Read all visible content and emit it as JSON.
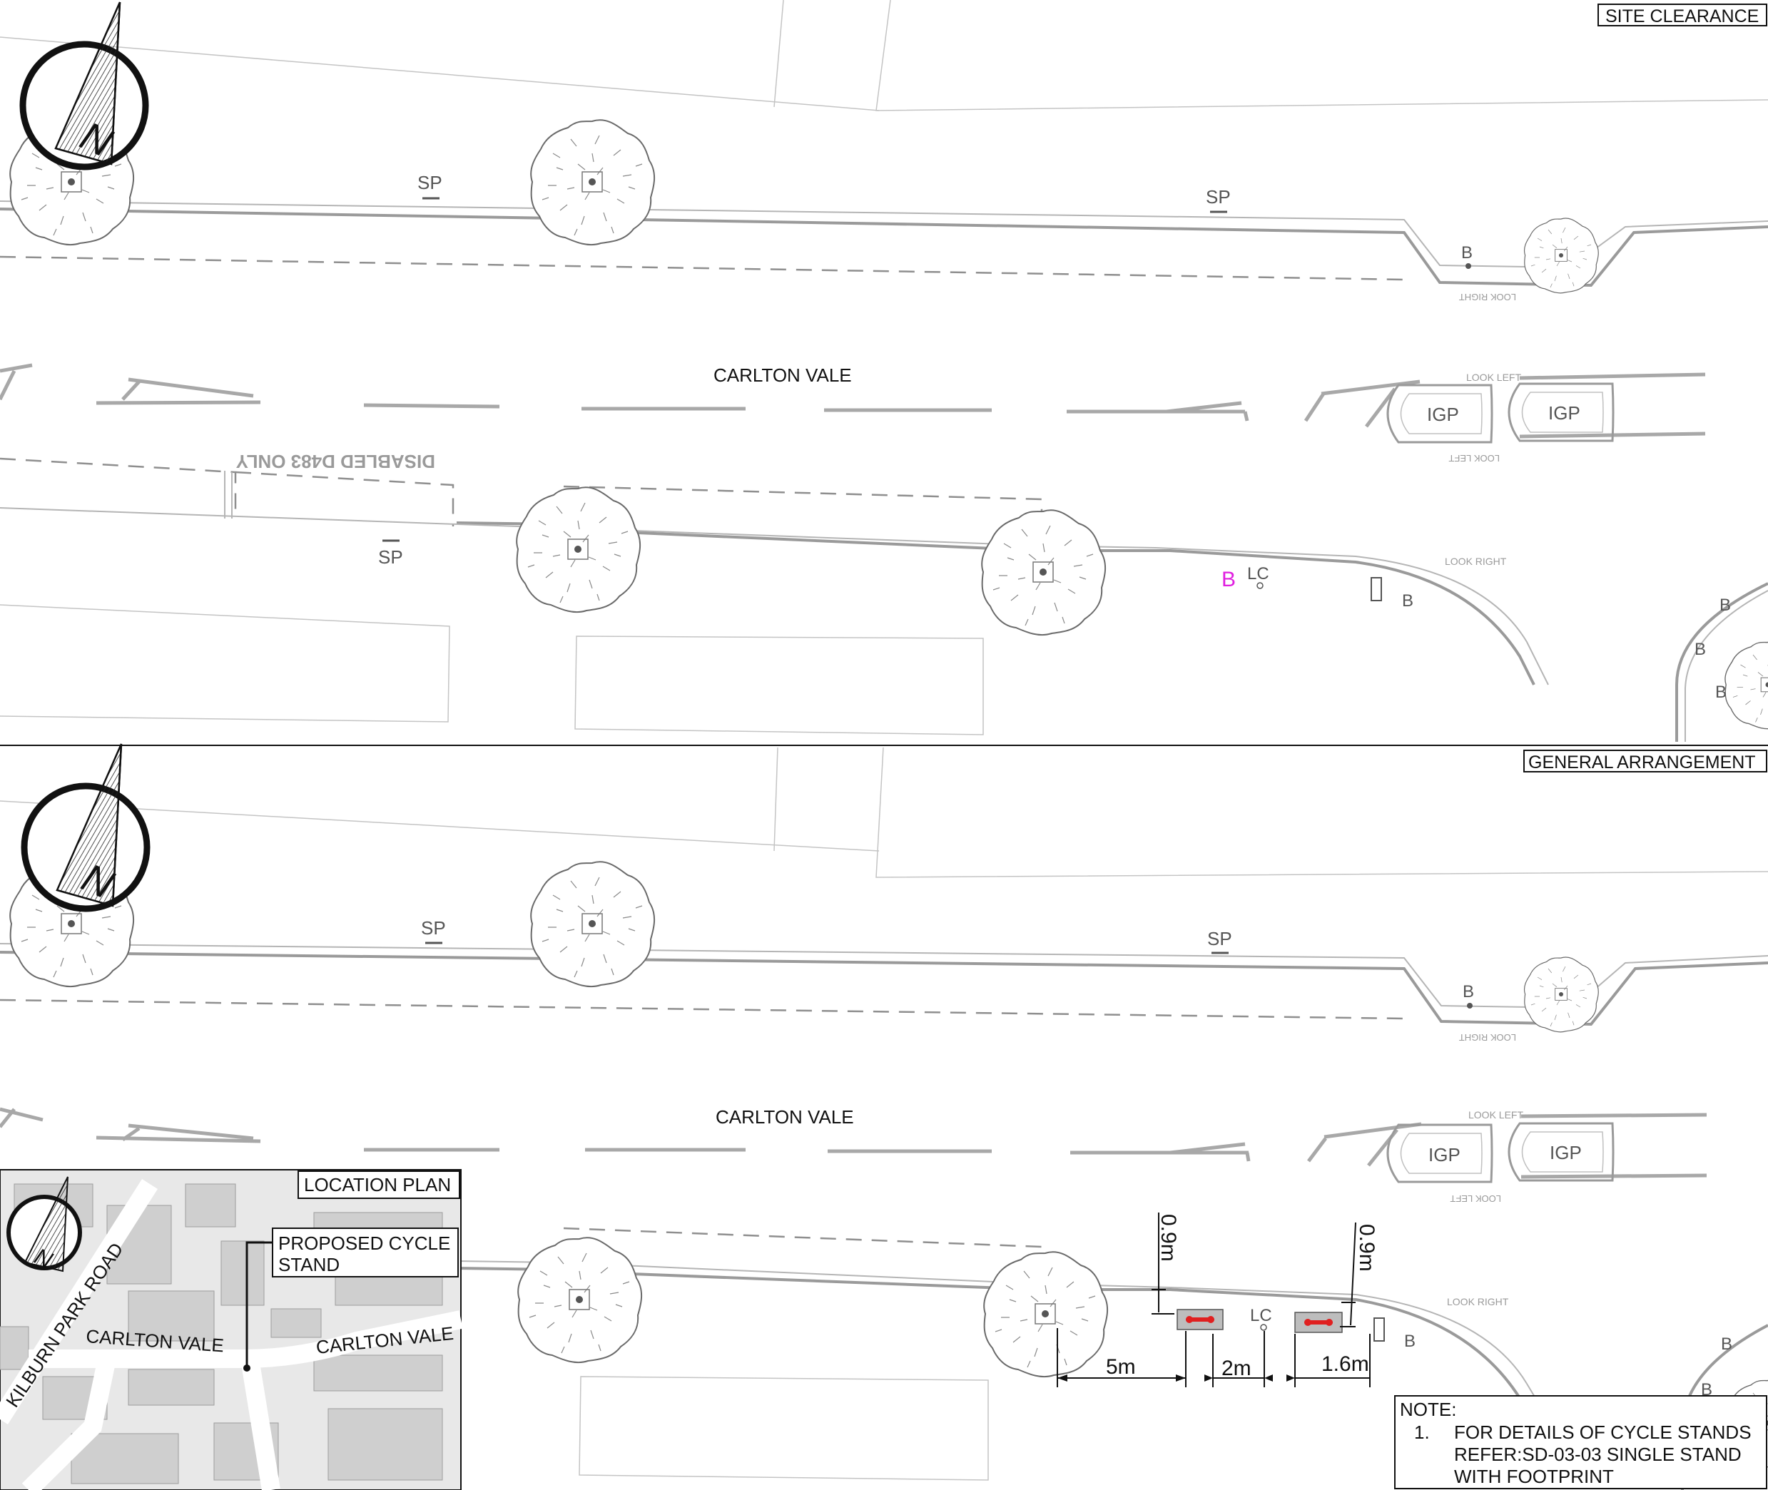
{
  "panels": {
    "site_clearance": {
      "title": "SITE CLEARANCE"
    },
    "general_arrangement": {
      "title": "GENERAL ARRANGEMENT"
    }
  },
  "labels": {
    "road_name": "CARLTON VALE",
    "street_post": "SP",
    "bollard": "B",
    "lamp_column": "LC",
    "illuminated_post": "IGP",
    "look_left": "LOOK LEFT",
    "look_right": "LOOK RIGHT",
    "north": "N",
    "disabled_bay": "DISABLED D483 ONLY"
  },
  "dimensions": {
    "offset_left": "0.9m",
    "offset_right": "0.9m",
    "distance_a": "5m",
    "distance_b": "2m",
    "distance_c": "1.6m"
  },
  "location_plan": {
    "title": "LOCATION PLAN",
    "callout_line1": "PROPOSED CYCLE",
    "callout_line2": "STAND",
    "road_1": "KILBURN PARK ROAD",
    "road_2": "CARLTON VALE",
    "road_3": "CARLTON VALE"
  },
  "note": {
    "heading": "NOTE:",
    "item_number": "1.",
    "line1": "FOR DETAILS OF CYCLE STANDS",
    "line2": "REFER:SD-03-03 SINGLE STAND",
    "line3": "WITH FOOTPRINT"
  },
  "colors": {
    "cycle_stand": "#e02020",
    "stand_footprint": "#bdbdbd",
    "highlight": "#e020e0",
    "linework": "#9a9a9a"
  },
  "icons": {
    "north_arrow": "north-arrow-icon",
    "tree": "tree-icon",
    "cycle_stand": "cycle-stand-icon"
  }
}
